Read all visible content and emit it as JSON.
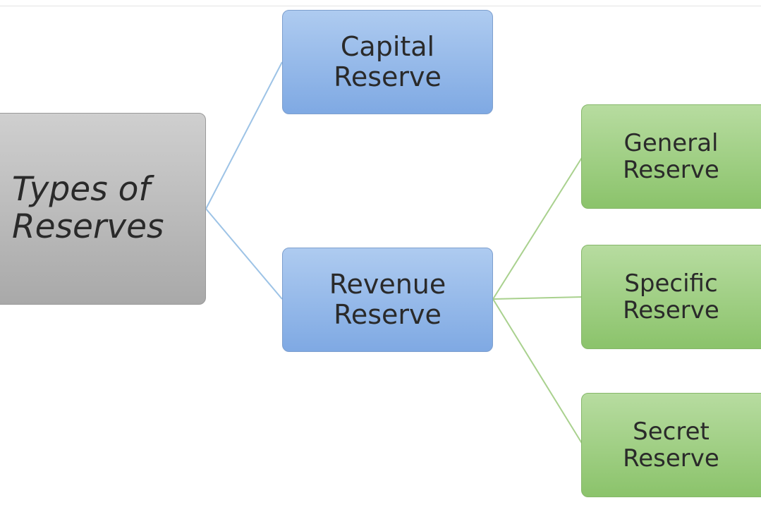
{
  "root": {
    "label": "Types of\nReserves"
  },
  "capital": {
    "label": "Capital\nReserve"
  },
  "revenue": {
    "label": "Revenue\nReserve"
  },
  "general": {
    "label": "General\nReserve"
  },
  "specific": {
    "label": "Specific\nReserve"
  },
  "secret": {
    "label": "Secret\nReserve"
  },
  "colors": {
    "root": "#b9b9b9",
    "level1": "#95b9ea",
    "level2": "#a2d085",
    "connector_blue": "#9dc3e6",
    "connector_green": "#a9d18e"
  }
}
